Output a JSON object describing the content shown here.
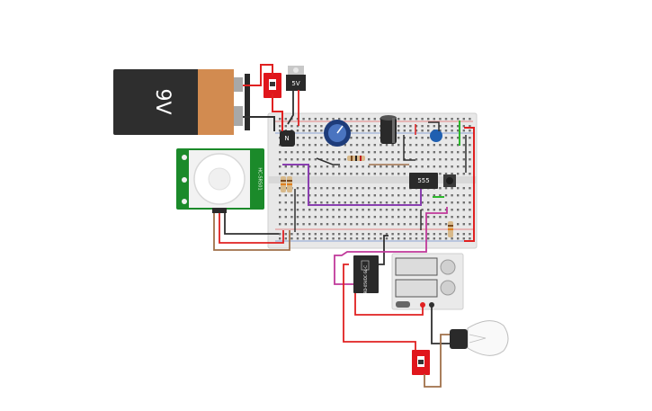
{
  "battery": {
    "label": "9V"
  },
  "regulator": {
    "label": "5V"
  },
  "transistor": {
    "label": "N"
  },
  "timer_ic": {
    "label": "555"
  },
  "relay": {
    "text": "SRD-05VDC-SL-C"
  },
  "pir_sensor": {
    "text": "HC-SR501"
  },
  "colors": {
    "wire_red": "#e02020",
    "wire_black": "#303030",
    "wire_brown": "#a0714a",
    "wire_purple": "#8a3fb0",
    "wire_magenta": "#c0389a",
    "wire_green": "#2cb82c",
    "pir_board": "#1b8a2a",
    "switch_red": "#e0161c"
  }
}
